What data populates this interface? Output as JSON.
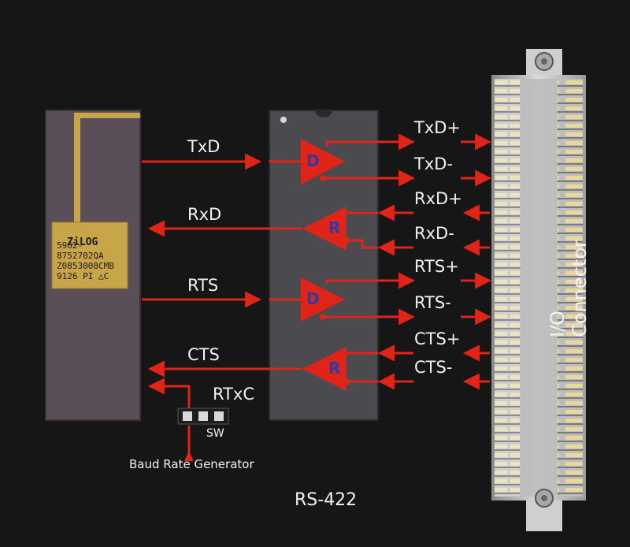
{
  "diagram": {
    "title": "RS-422",
    "uart_chip": {
      "brand": "ZiLOG",
      "marking_lines": [
        "5962-",
        "8752702QA",
        "Z0853008CMB",
        "9126 PI △C"
      ]
    },
    "left_signals": {
      "txd": "TxD",
      "rxd": "RxD",
      "rts": "RTS",
      "cts": "CTS",
      "rtxc": "RTxC"
    },
    "right_signals": {
      "txd_plus": "TxD+",
      "txd_minus": "TxD-",
      "rxd_plus": "RxD+",
      "rxd_minus": "RxD-",
      "rts_plus": "RTS+",
      "rts_minus": "RTS-",
      "cts_plus": "CTS+",
      "cts_minus": "CTS-"
    },
    "gates": {
      "driver_1": "D",
      "receiver_1": "R",
      "driver_2": "D",
      "receiver_2": "R"
    },
    "switch_label": "SW",
    "baud_label": "Baud Rate Generator",
    "connector_label": "I/O Connector",
    "colors": {
      "signal": "#e02418",
      "background": "#161616",
      "chip": "#5a4f58",
      "gate_text": "#2a3da8",
      "gold": "#c9a54a"
    }
  }
}
